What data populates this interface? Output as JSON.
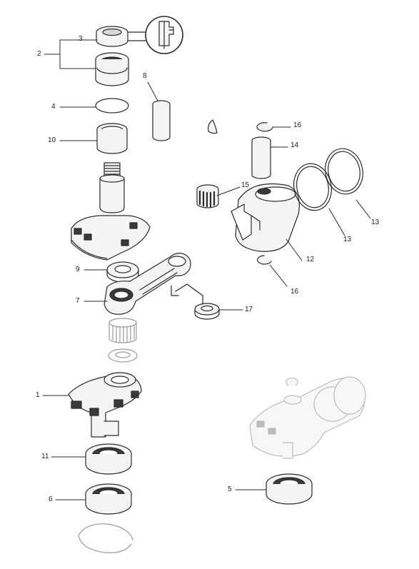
{
  "callouts": {
    "c1": "1",
    "c2": "2",
    "c3": "3",
    "c4": "4",
    "c5": "5",
    "c6": "6",
    "c7": "7",
    "c8": "8",
    "c9": "9",
    "c10": "10",
    "c11": "11",
    "c12": "12",
    "c13a": "13",
    "c13b": "13",
    "c14": "14",
    "c15": "15",
    "c16a": "16",
    "c16b": "16",
    "c17": "17"
  },
  "colors": {
    "line": "#2a2a2a",
    "part_fill": "#f4f4f4",
    "part_dark": "#3a3a3a",
    "ghost": "#bdbdbd"
  }
}
